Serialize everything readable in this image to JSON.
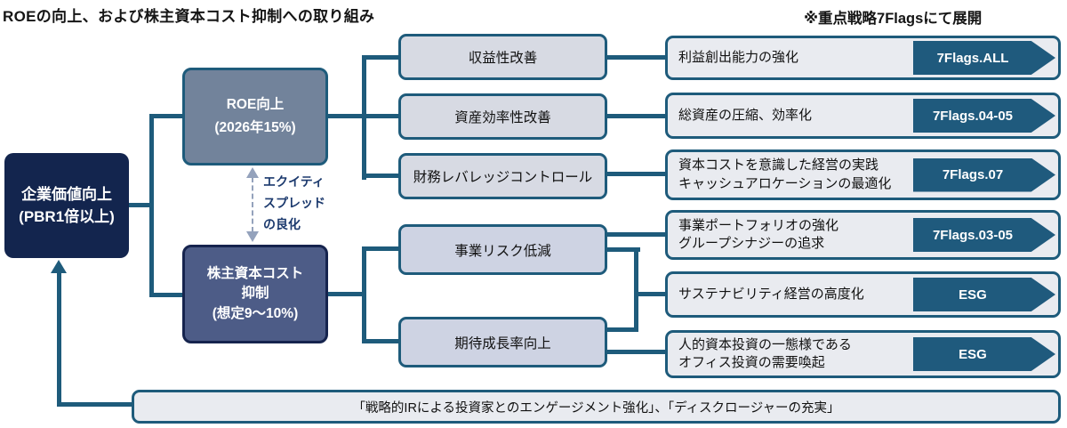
{
  "title": "ROEの向上、および株主資本コスト抑制への取り組み",
  "legend": "※重点戦略7Flagsにて展開",
  "colors": {
    "accent_teal": "#1E5B7B",
    "navy": "#13254E",
    "roe_fill": "#72839B",
    "coe_fill": "#4D5C87",
    "mid_fill": "#D7DAE3",
    "row_fill": "#E9EBF0",
    "badge_fill": "#1F5A7D",
    "spread_arrow": "#94A2BC",
    "spread_text": "#1C3A6E"
  },
  "value_box": {
    "line1": "企業価値向上",
    "line2": "(PBR1倍以上)"
  },
  "roe_box": {
    "line1": "ROE向上",
    "line2": "(2026年15%)"
  },
  "coe_box": {
    "line1": "株主資本コスト",
    "line2": "抑制",
    "line3": "(想定9〜10%)"
  },
  "equity_spread": {
    "line1": "エクイティ",
    "line2": "スプレッド",
    "line3": "の良化"
  },
  "mid_boxes": [
    "収益性改善",
    "資産効率性改善",
    "財務レバレッジコントロール",
    "事業リスク低減",
    "期待成長率向上"
  ],
  "rows": [
    {
      "lines": [
        "利益創出能力の強化"
      ],
      "badge": "7Flags.ALL"
    },
    {
      "lines": [
        "総資産の圧縮、効率化"
      ],
      "badge": "7Flags.04-05"
    },
    {
      "lines": [
        "資本コストを意識した経営の実践",
        "キャッシュアロケーションの最適化"
      ],
      "badge": "7Flags.07"
    },
    {
      "lines": [
        "事業ポートフォリオの強化",
        "グループシナジーの追求"
      ],
      "badge": "7Flags.03-05"
    },
    {
      "lines": [
        "サステナビリティ経営の高度化"
      ],
      "badge": "ESG"
    },
    {
      "lines": [
        "人的資本投資の一態様である",
        "オフィス投資の需要喚起"
      ],
      "badge": "ESG"
    }
  ],
  "bottom_bar": "「戦略的IRによる投資家とのエンゲージメント強化」、「ディスクロージャーの充実」"
}
